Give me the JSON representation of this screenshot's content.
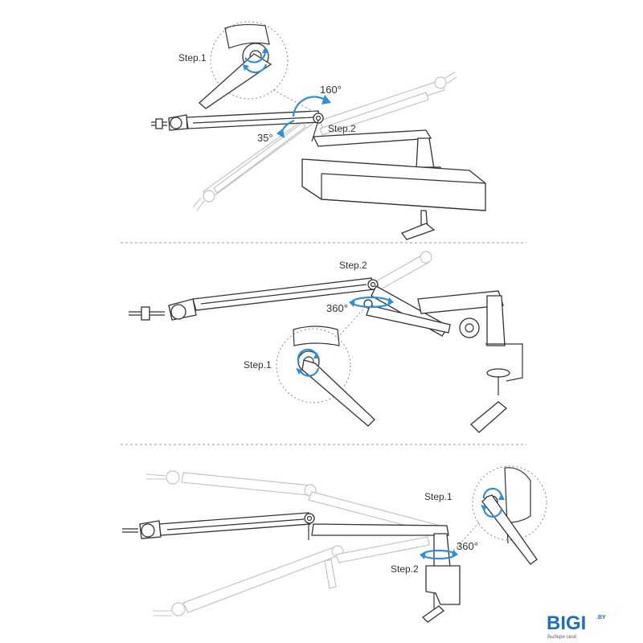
{
  "panels": [
    {
      "step1_label": "Step.1",
      "step2_label": "Step.2",
      "angle_up": "160°",
      "angle_down": "35°"
    },
    {
      "step1_label": "Step.1",
      "step2_label": "Step.2",
      "angle": "360°"
    },
    {
      "step1_label": "Step.1",
      "step2_label": "Step.2",
      "angle": "360°"
    }
  ],
  "watermark": {
    "brand": "BIGI",
    "suffix": ".BY",
    "tagline": "Выбери свой",
    "colors": {
      "b": "#1f6fc0",
      "i": "#1aa8d8",
      "g": "#1f6fc0",
      "accent": "#3cc6e8"
    }
  },
  "colors": {
    "rotation_arrow": "#2e8fd8",
    "line": "#333333",
    "ghost_line": "#c4c4c4"
  }
}
